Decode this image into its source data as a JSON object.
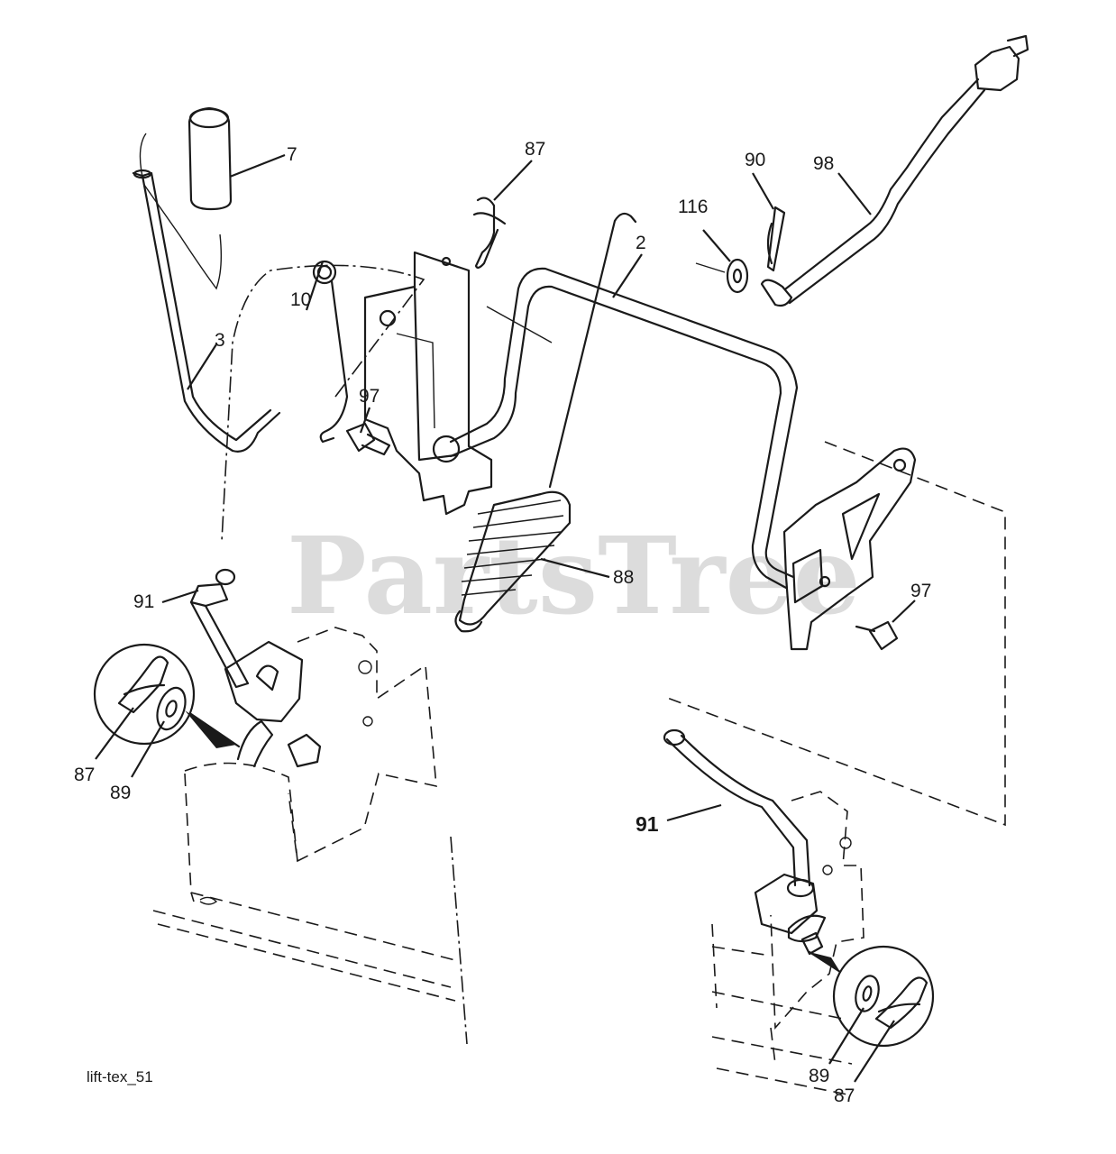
{
  "watermark": "PartsTree",
  "caption": "lift-tex_51",
  "callouts": {
    "c7": "7",
    "c87_top": "87",
    "c90": "90",
    "c98": "98",
    "c116": "116",
    "c2": "2",
    "c10": "10",
    "c3": "3",
    "c97_left": "97",
    "c88": "88",
    "c97_right": "97",
    "c91_left": "91",
    "c87_left": "87",
    "c89_left": "89",
    "c91_bold": "91",
    "c89_right": "89",
    "c87_right": "87"
  }
}
